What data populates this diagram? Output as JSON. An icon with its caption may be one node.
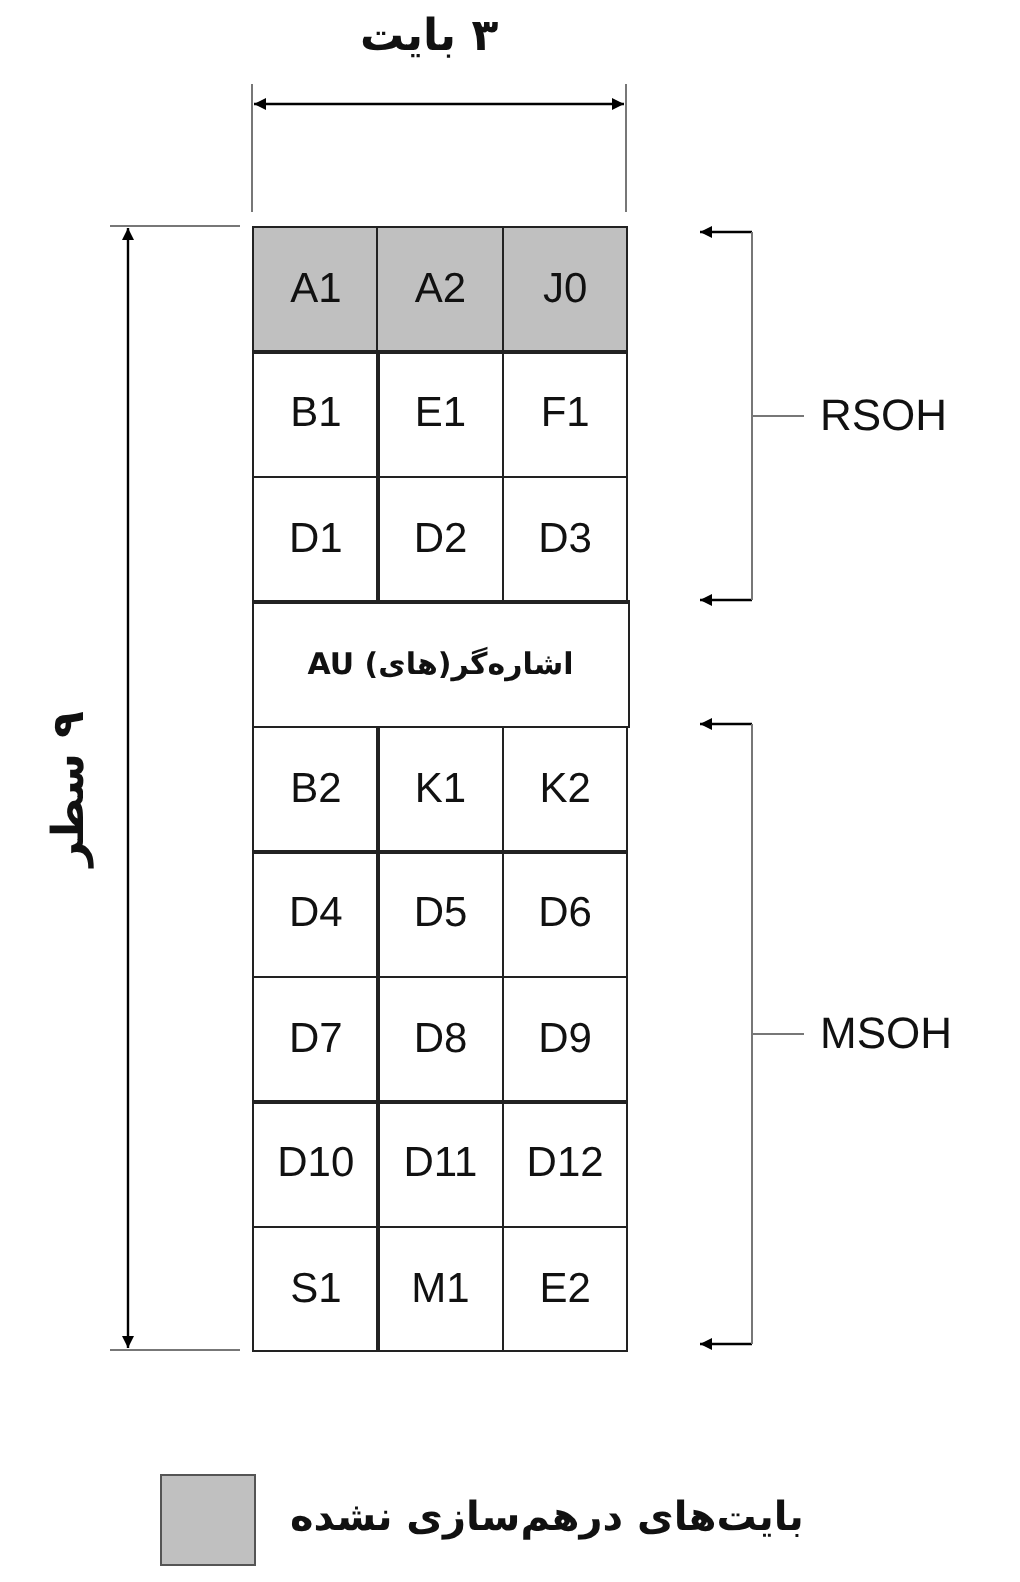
{
  "diagram": {
    "labels": [
      "۳ بایت",
      "۹ سطر",
      "A1",
      "A2",
      "J0",
      "B1",
      "E1",
      "F1",
      "D1",
      "D2",
      "D3",
      "اشاره‌گر(های) AU",
      "B2",
      "K1",
      "K2",
      "D4",
      "D5",
      "D6",
      "D7",
      "D8",
      "D9",
      "D10",
      "D11",
      "D12",
      "S1",
      "M1",
      "E2",
      "RSOH",
      "MSOH"
    ],
    "legend": [
      {
        "text": "بایت‌های درهم‌سازی نشده",
        "color": "#c0c0c0"
      }
    ]
  }
}
